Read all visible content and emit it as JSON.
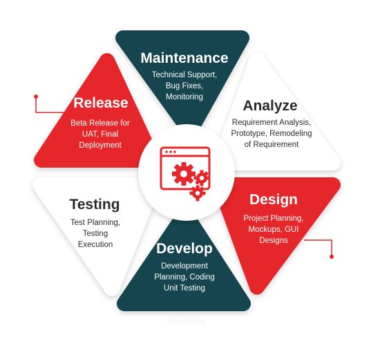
{
  "colors": {
    "red": "#e5262a",
    "teal": "#17444f",
    "white": "#ffffff",
    "dark_text": "#2b2b2b",
    "light_text": "#ffffff",
    "connector": "#e5262a"
  },
  "segments": {
    "maintenance": {
      "title": "Maintenance",
      "lines": [
        "Technical Support,",
        "Bug Fixes,",
        "Monitoring"
      ]
    },
    "analyze": {
      "title": "Analyze",
      "lines": [
        "Requirement Analysis,",
        "Prototype, Remodeling",
        "of Requirement"
      ]
    },
    "design": {
      "title": "Design",
      "lines": [
        "Project Planning,",
        "Mockups, GUI",
        "Designs"
      ]
    },
    "develop": {
      "title": "Develop",
      "lines": [
        "Development",
        "Planning, Coding",
        "Unit Testing"
      ]
    },
    "testing": {
      "title": "Testing",
      "lines": [
        "Test Planning,",
        "Testing",
        "Execution"
      ]
    },
    "release": {
      "title": "Release",
      "lines": [
        "Beta Release for",
        "UAT, Final",
        "Deployment"
      ]
    }
  },
  "center": {
    "icon": "browser-gears-icon"
  },
  "ghost_caption": "Monitoring"
}
